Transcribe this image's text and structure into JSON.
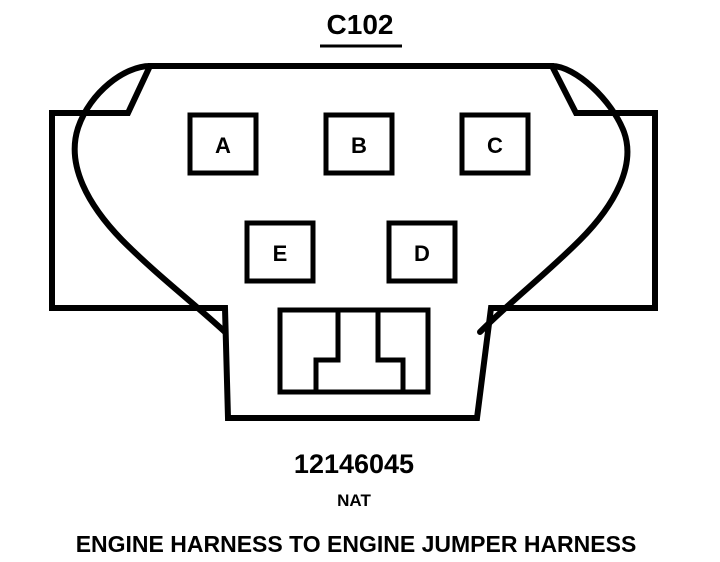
{
  "connector": {
    "id": "C102",
    "part_number": "12146045",
    "color_code": "NAT",
    "description": "ENGINE HARNESS TO ENGINE JUMPER HARNESS"
  },
  "cavities": {
    "a": "A",
    "b": "B",
    "c": "C",
    "d": "D",
    "e": "E"
  },
  "colors": {
    "ink": "#000000",
    "paper": "#ffffff"
  }
}
